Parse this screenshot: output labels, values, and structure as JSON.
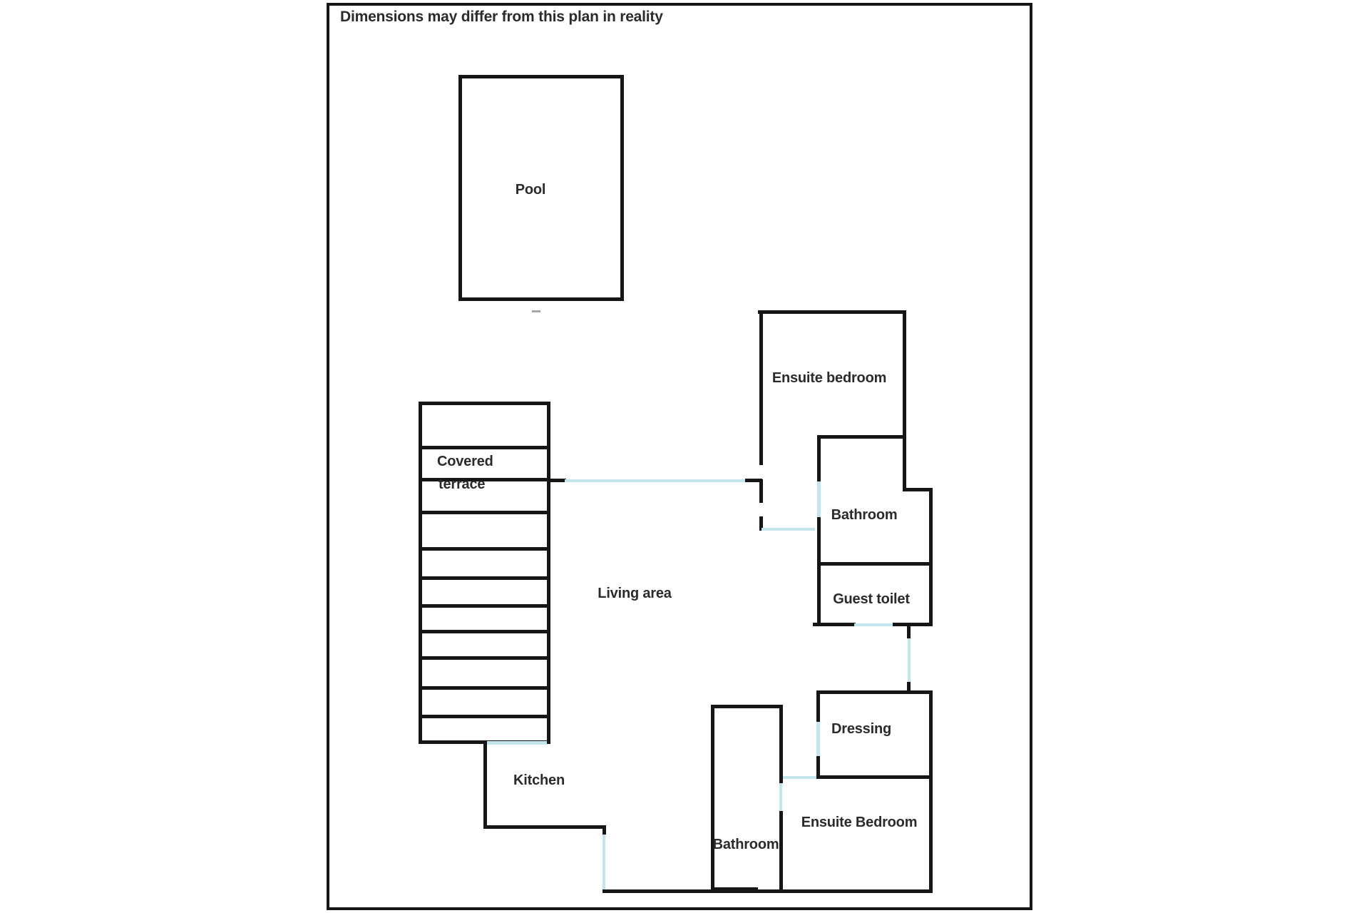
{
  "title": "Dimensions may differ from this plan in reality",
  "colors": {
    "wall": "#161616",
    "door": "#c3e5ee",
    "text": "#2b2b2b",
    "dash": "#a6a6a6",
    "background": "#fefefe"
  },
  "rooms": {
    "pool": "Pool",
    "covered_terrace_line1": "Covered",
    "covered_terrace_line2": "terrace",
    "living_area": "Living area",
    "ensuite_bedroom_top": "Ensuite bedroom",
    "bathroom_top": "Bathroom",
    "guest_toilet": "Guest toilet",
    "dressing": "Dressing",
    "ensuite_bedroom_bottom": "Ensuite Bedroom",
    "bathroom_bottom": "Bathroom",
    "kitchen": "Kitchen"
  }
}
